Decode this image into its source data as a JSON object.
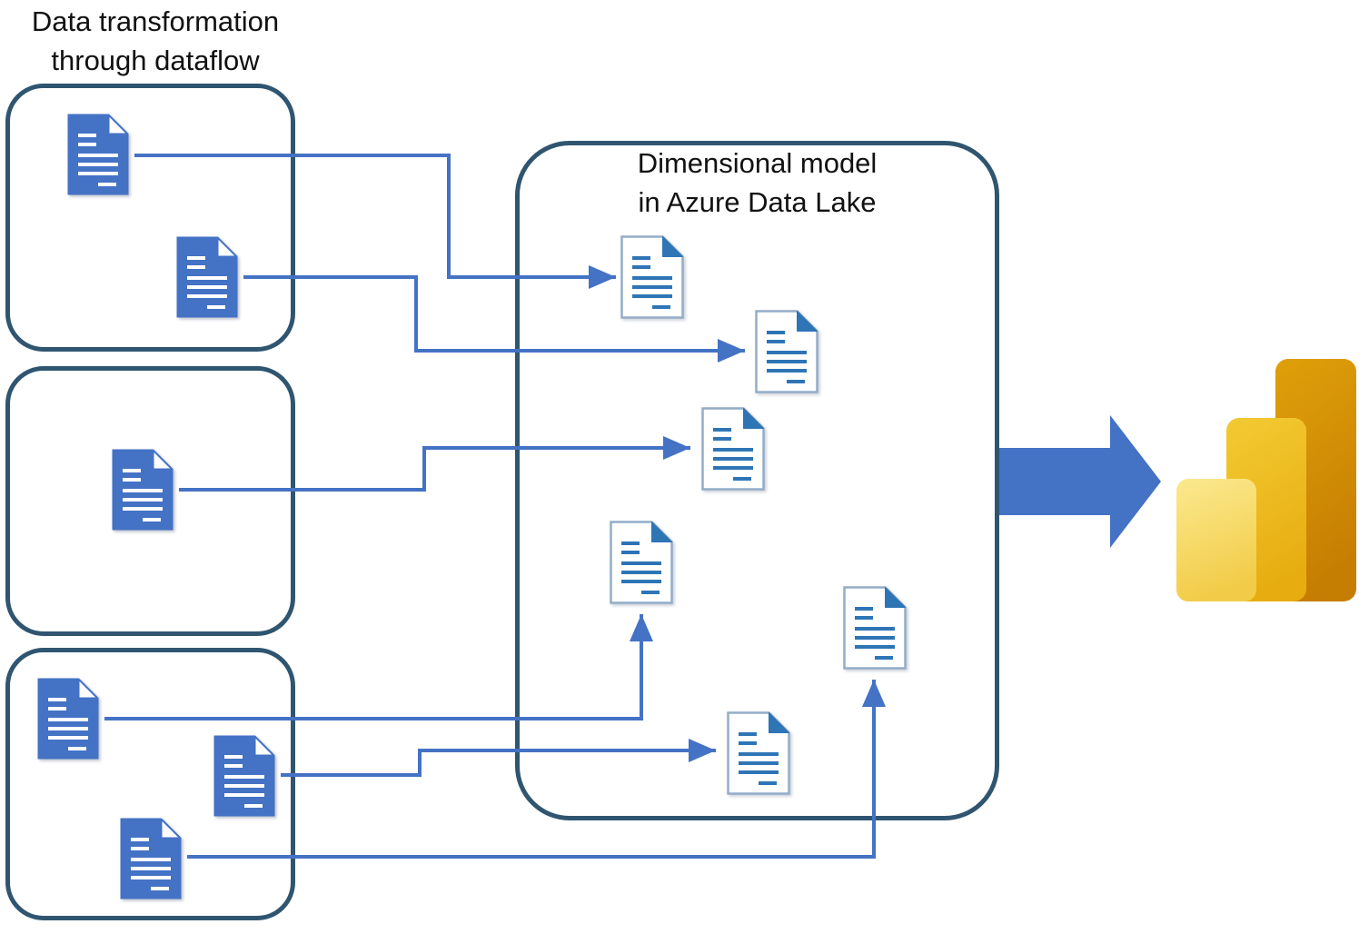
{
  "source_group": {
    "title_line1": "Data transformation",
    "title_line2": "through dataflow",
    "boxes": [
      {
        "name": "dataflow-box-1",
        "document_count": 2
      },
      {
        "name": "dataflow-box-2",
        "document_count": 1
      },
      {
        "name": "dataflow-box-3",
        "document_count": 3
      }
    ]
  },
  "lake_group": {
    "title_line1": "Dimensional model",
    "title_line2": "in Azure Data Lake",
    "document_count": 6
  },
  "connections": [
    {
      "from": "source-doc-1",
      "to": "lake-doc-1"
    },
    {
      "from": "source-doc-2",
      "to": "lake-doc-2"
    },
    {
      "from": "source-doc-3",
      "to": "lake-doc-3"
    },
    {
      "from": "source-doc-4",
      "to": "lake-doc-4"
    },
    {
      "from": "source-doc-5",
      "to": "lake-doc-6"
    },
    {
      "from": "source-doc-6",
      "to": "lake-doc-5"
    }
  ],
  "output": {
    "icon": "power-bi-logo",
    "flow_icon": "big-right-arrow-icon"
  },
  "icons": {
    "source_document": "document-icon",
    "lake_document": "document-outline-icon"
  },
  "colors": {
    "text": "#111111",
    "box_border": "#2F5570",
    "connector": "#4472C4",
    "big_arrow": "#4472C4",
    "doc_fill": "#4472C4",
    "doc_white_outline": "#93ADC8",
    "doc_lines": "#2E75B6",
    "doc_fold_fill": "#2E75B6",
    "powerbi_dark_top": "#DFA00A",
    "powerbi_dark_bottom": "#C67E02",
    "powerbi_mid_top": "#F3CA33",
    "powerbi_mid_bottom": "#E7AD10",
    "powerbi_light_top": "#FBE98F",
    "powerbi_light_bottom": "#F2CC48"
  }
}
